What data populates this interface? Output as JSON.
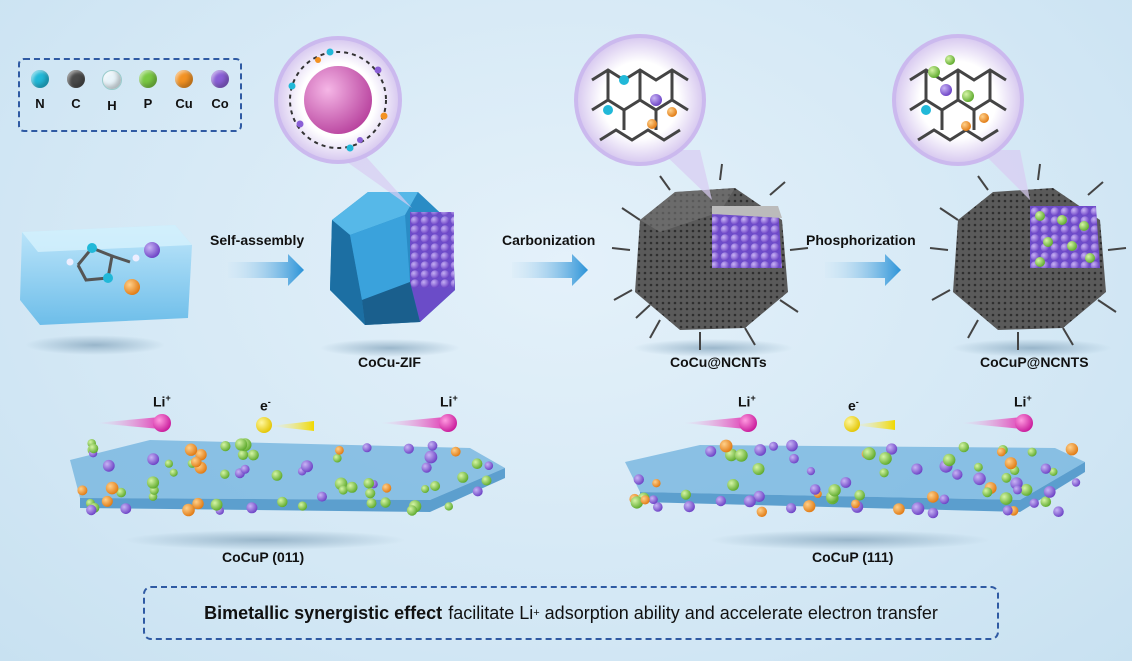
{
  "legend": {
    "items": [
      {
        "label": "N",
        "color": "#21b8d8"
      },
      {
        "label": "C",
        "color": "#4a4a4a"
      },
      {
        "label": "H",
        "color": "#e8f4fa"
      },
      {
        "label": "P",
        "color": "#7ac943"
      },
      {
        "label": "Cu",
        "color": "#f39222"
      },
      {
        "label": "Co",
        "color": "#8a5fd6"
      }
    ]
  },
  "steps": {
    "self_assembly": "Self-assembly",
    "carbonization": "Carbonization",
    "phosphorization": "Phosphorization"
  },
  "products": {
    "zif": "CoCu-ZIF",
    "ncnts": "CoCu@NCNTs",
    "ncnts_p": "CoCuP@NCNTS"
  },
  "ions": {
    "li": "Li",
    "li_sup": "+",
    "e": "e",
    "e_sup": "-"
  },
  "planes": {
    "left": "CoCuP (011)",
    "right": "CoCuP (111)"
  },
  "caption": {
    "bold": "Bimetallic synergistic effect",
    "text_a": "facilitate Li",
    "text_sup": "+",
    "text_b": " adsorption ability and accelerate electron transfer"
  }
}
